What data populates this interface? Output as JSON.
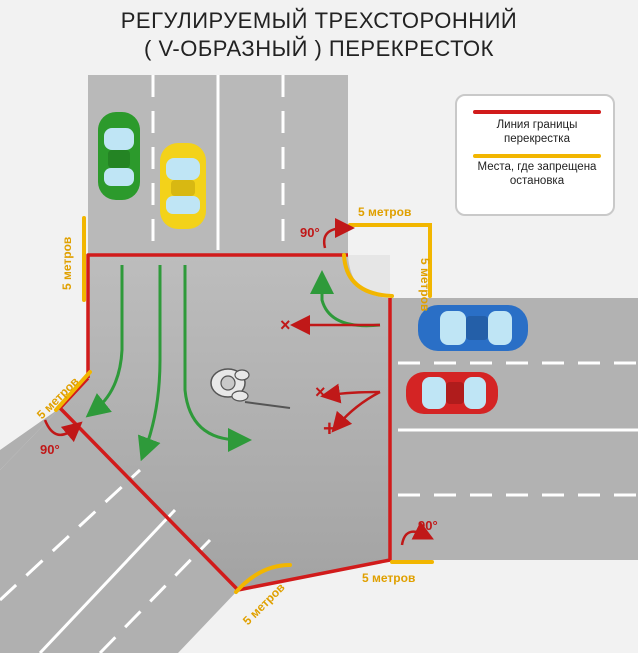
{
  "title": {
    "line1": "РЕГУЛИРУЕМЫЙ ТРЕХСТОРОННИЙ",
    "line2": "( V-ОБРАЗНЫЙ ) ПЕРЕКРЕСТОК"
  },
  "legend": {
    "boundary_label": "Линия границы перекрестка",
    "no_stop_label": "Места, где запрещена остановка",
    "boundary_color": "#d11b1b",
    "no_stop_color": "#f2b600"
  },
  "labels": {
    "five_m": "5 метров",
    "ninety": "90°",
    "x": "×",
    "plus": "+"
  },
  "colors": {
    "road": "#a9a9a9",
    "lane_line": "#ffffff",
    "green_arrow": "#2e9a3a",
    "red_arrow": "#c01818"
  },
  "cars": [
    {
      "name": "green-car",
      "color": "#2c9a2c"
    },
    {
      "name": "yellow-car",
      "color": "#f3d21a"
    },
    {
      "name": "blue-car",
      "color": "#2a6fc6"
    },
    {
      "name": "red-car",
      "color": "#d42424"
    }
  ]
}
